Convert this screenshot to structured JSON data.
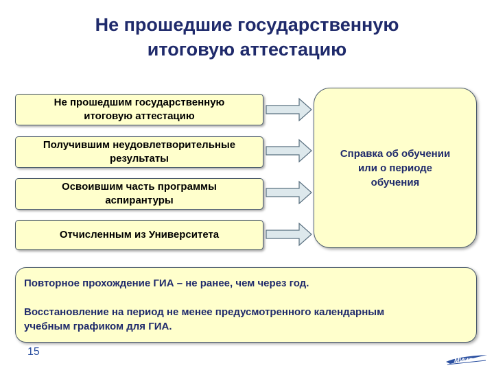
{
  "title": {
    "line1": "Не прошедшие государственную",
    "line2": "итоговую аттестацию"
  },
  "sources": [
    {
      "line1": "Не прошедшим государственную",
      "line2": "итоговую аттестацию"
    },
    {
      "line1": "Получившим неудовлетворительные",
      "line2": "результаты"
    },
    {
      "line1": "Освоившим часть программы",
      "line2": "аспирантуры"
    },
    {
      "line1": "Отчисленным из Университета",
      "line2": ""
    }
  ],
  "target": {
    "line1": "Справка об обучении",
    "line2": "или о периоде",
    "line3": "обучения"
  },
  "note": {
    "line1": "Повторное прохождение ГИА – не ранее, чем через год.",
    "line2": "Восстановление на период не менее предусмотренного календарным",
    "line3": "учебным графиком для ГИА."
  },
  "page_number": "15",
  "logo_text": "МИИТ",
  "colors": {
    "title": "#1f2a6b",
    "box_fill": "#ffffcc",
    "arrow_fill": "#dde8ec",
    "page_number": "#2a4fa0",
    "logo": "#2a4fa0"
  }
}
